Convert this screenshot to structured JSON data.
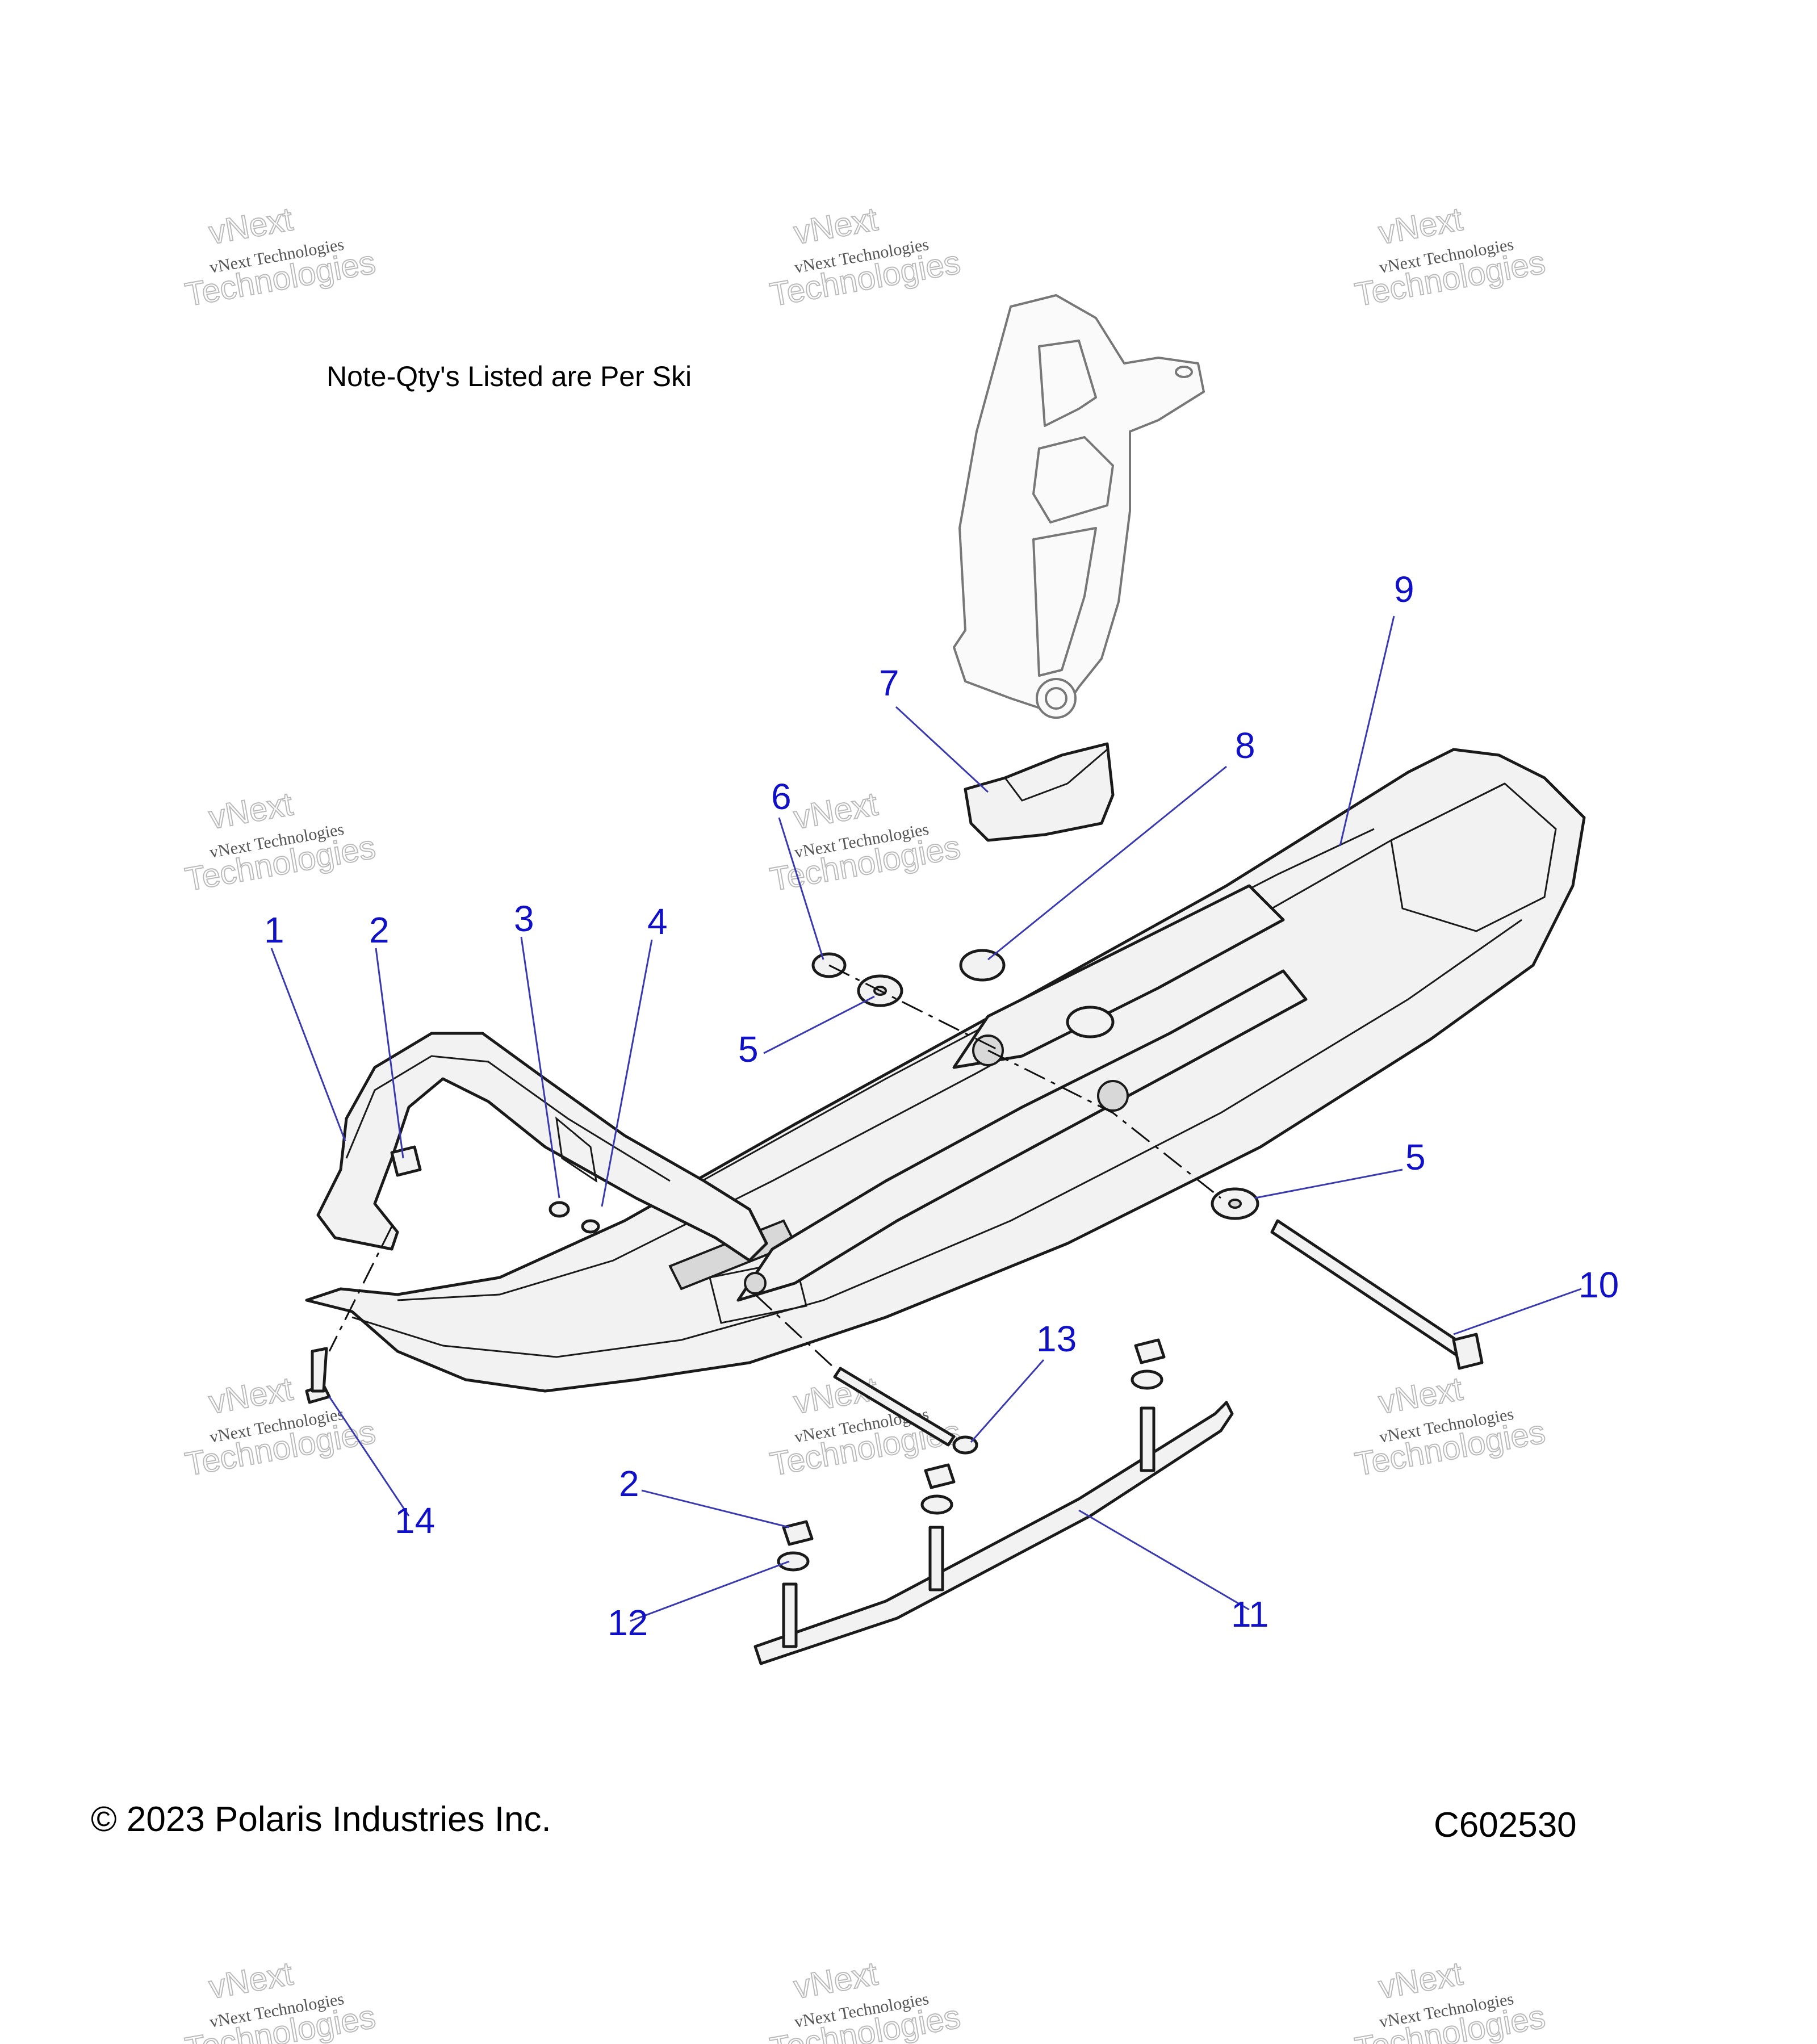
{
  "note": "Note-Qty's Listed are Per Ski",
  "copyright": "© 2023 Polaris Industries Inc.",
  "figure_code": "C602530",
  "callout_color": "#1010c8",
  "leader_color": "#3a3ab0",
  "watermark": {
    "line1": "vNext Technologies",
    "line2": "Technologies",
    "line3": "vNext"
  },
  "callouts": [
    "1",
    "2",
    "3",
    "4",
    "5",
    "6",
    "7",
    "8",
    "9",
    "10",
    "11",
    "12",
    "13",
    "14",
    "2",
    "5"
  ]
}
